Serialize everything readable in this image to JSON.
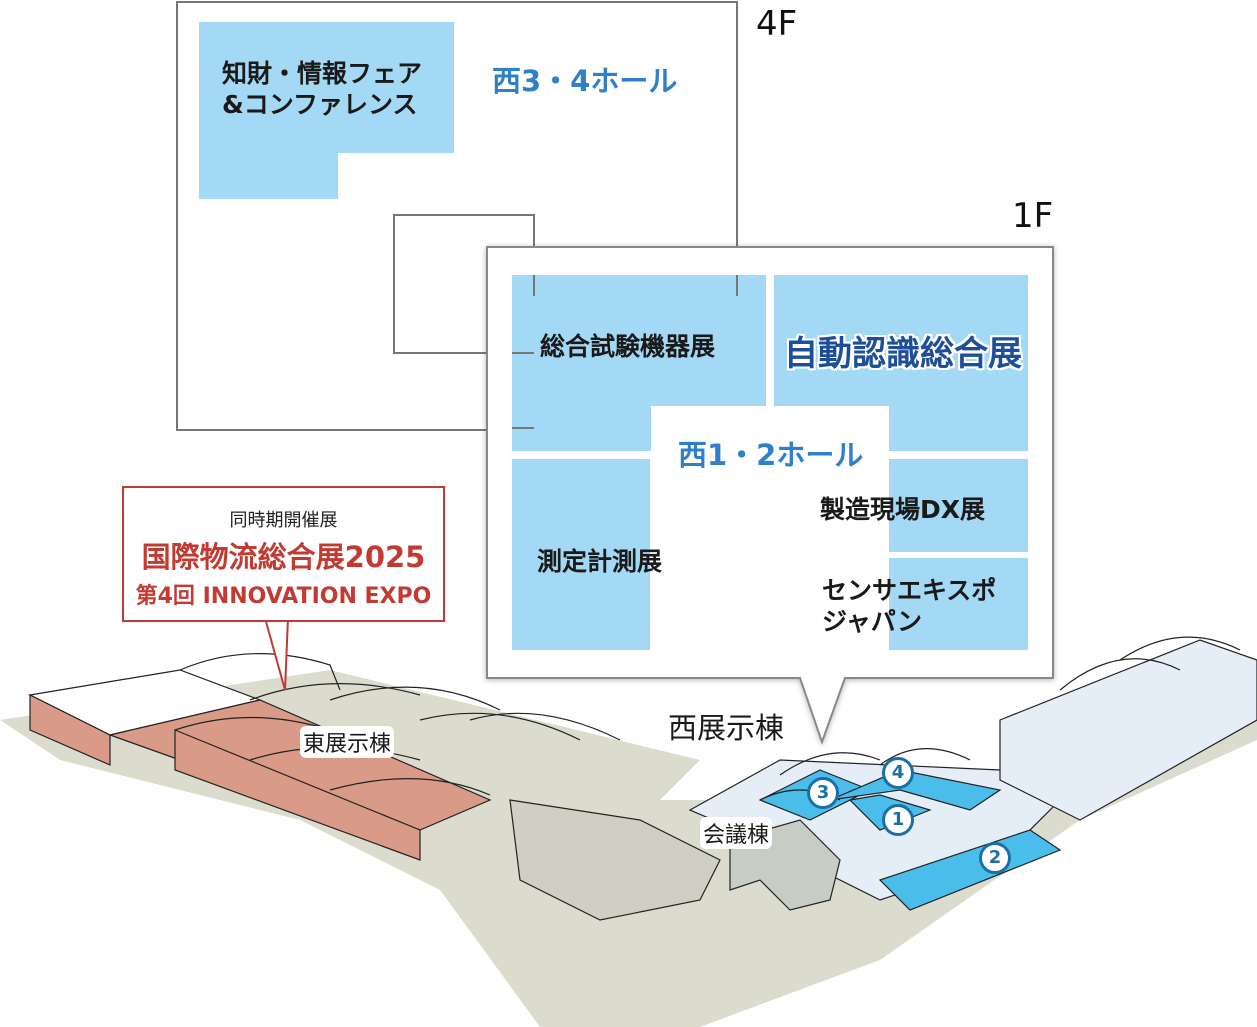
{
  "floors": {
    "upper": {
      "label": "4F",
      "hall": "西3・4ホール",
      "zones": [
        {
          "name": "知財・情報フェア\n&コンファレンス"
        }
      ]
    },
    "lower": {
      "label": "1F",
      "hall": "西1・2ホール",
      "zones": [
        {
          "name": "総合試験機器展"
        },
        {
          "name": "自動認識総合展"
        },
        {
          "name": "製造現場DX展"
        },
        {
          "name": "測定計測展"
        },
        {
          "name": "センサエキスポ\nジャパン"
        }
      ]
    }
  },
  "buildings": {
    "west": "西展示棟",
    "east": "東展示棟",
    "conference": "会議棟"
  },
  "hall_markers": [
    "1",
    "2",
    "3",
    "4"
  ],
  "concurrent": {
    "label": "同時期開催展",
    "title": "国際物流総合展2025",
    "subtitle": "第4回 INNOVATION EXPO"
  },
  "colors": {
    "zone": "#a3d9f5",
    "hall_text": "#2f80c8",
    "highlight": "#1d4f99",
    "concurrent": "#c23b32",
    "east_area": "#d99b87",
    "west_hall": "#4bbdea"
  }
}
